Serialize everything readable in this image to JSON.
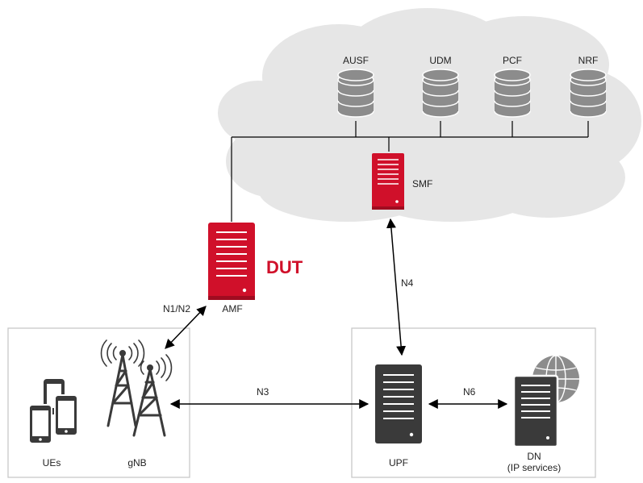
{
  "nodes": {
    "ausf": "AUSF",
    "udm": "UDM",
    "pcf": "PCF",
    "nrf": "NRF",
    "smf": "SMF",
    "amf": "AMF",
    "dut": "DUT",
    "ues": "UEs",
    "gnb": "gNB",
    "upf": "UPF",
    "dn": "DN",
    "dn_sub": "(IP services)"
  },
  "links": {
    "n1n2": "N1/N2",
    "n3": "N3",
    "n4": "N4",
    "n6": "N6"
  },
  "colors": {
    "cloud": "#e6e6e6",
    "accent_red": "#d0102a",
    "server_dark": "#3a3a3a",
    "db_gray": "#8c8c8c",
    "box_border": "#c8c8c8"
  }
}
